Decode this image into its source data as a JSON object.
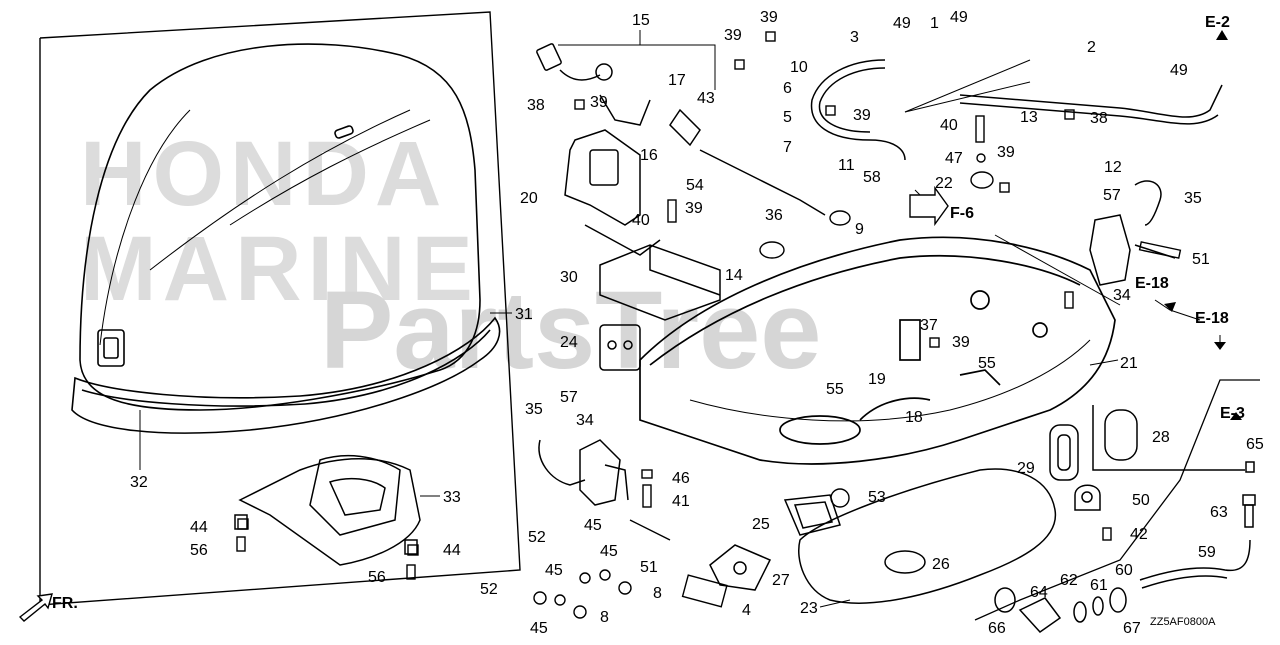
{
  "watermark": {
    "brand_top": "HONDA",
    "brand_bottom": "MARINE",
    "site": "PartsTree"
  },
  "drawing_code": "ZZ5AF0800A",
  "direction_label": "FR.",
  "section_refs": {
    "e2": "E-2",
    "f6": "F-6",
    "e18a": "E-18",
    "e18b": "E-18",
    "e3": "E-3"
  },
  "callouts": {
    "c1": "1",
    "c2": "2",
    "c3": "3",
    "c4": "4",
    "c5": "5",
    "c6": "6",
    "c7": "7",
    "c8a": "8",
    "c8b": "8",
    "c9": "9",
    "c10": "10",
    "c11": "11",
    "c12": "12",
    "c13": "13",
    "c14": "14",
    "c15": "15",
    "c16": "16",
    "c17": "17",
    "c18": "18",
    "c19": "19",
    "c20": "20",
    "c21": "21",
    "c22": "22",
    "c23": "23",
    "c24": "24",
    "c25": "25",
    "c26": "26",
    "c27": "27",
    "c28": "28",
    "c29": "29",
    "c30": "30",
    "c31": "31",
    "c32": "32",
    "c33": "33",
    "c34a": "34",
    "c34b": "34",
    "c35a": "35",
    "c35b": "35",
    "c36": "36",
    "c37": "37",
    "c38a": "38",
    "c38b": "38",
    "c39a": "39",
    "c39b": "39",
    "c39c": "39",
    "c39d": "39",
    "c39e": "39",
    "c39f": "39",
    "c39g": "39",
    "c40a": "40",
    "c40b": "40",
    "c41": "41",
    "c42": "42",
    "c43": "43",
    "c44a": "44",
    "c44b": "44",
    "c45a": "45",
    "c45b": "45",
    "c45c": "45",
    "c45d": "45",
    "c46": "46",
    "c47": "47",
    "c49a": "49",
    "c49b": "49",
    "c49c": "49",
    "c50": "50",
    "c51a": "51",
    "c51b": "51",
    "c52a": "52",
    "c52b": "52",
    "c53": "53",
    "c54": "54",
    "c55a": "55",
    "c55b": "55",
    "c56a": "56",
    "c56b": "56",
    "c57a": "57",
    "c57b": "57",
    "c58": "58",
    "c59": "59",
    "c60": "60",
    "c61": "61",
    "c62": "62",
    "c63": "63",
    "c64": "64",
    "c65": "65",
    "c66": "66",
    "c67": "67"
  }
}
